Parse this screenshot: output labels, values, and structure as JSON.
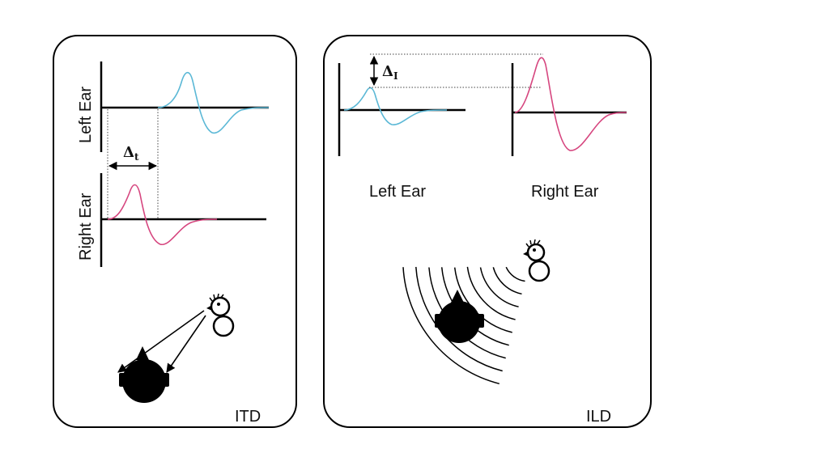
{
  "itd_panel": {
    "left_ear_label": "Left Ear",
    "right_ear_label": "Right Ear",
    "delta_symbol": "Δ",
    "delta_subscript": "t",
    "panel_label": "ITD"
  },
  "ild_panel": {
    "left_ear_label": "Left Ear",
    "right_ear_label": "Right Ear",
    "delta_symbol": "Δ",
    "delta_subscript": "I",
    "panel_label": "ILD"
  },
  "colors": {
    "left_wave": "#5bb8d6",
    "right_wave": "#d6467f",
    "ink": "#000000",
    "guide": "#444444"
  },
  "icons": {
    "head": "head-icon",
    "sound_source": "bird-icon",
    "sound_waves": "sound-wave-arcs-icon"
  }
}
